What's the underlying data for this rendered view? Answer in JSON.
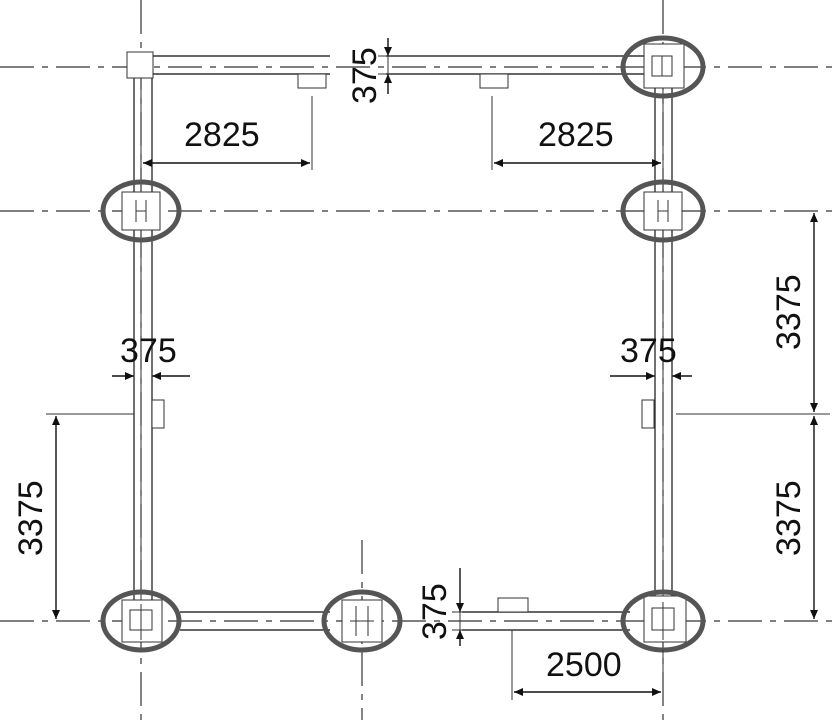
{
  "dimensions": {
    "top_left_span": "2825",
    "top_right_span": "2825",
    "top_wall_thickness": "375",
    "left_wall_thickness": "375",
    "right_wall_thickness": "375",
    "left_height": "3375",
    "right_upper_height": "3375",
    "right_lower_height": "3375",
    "bottom_wall_thickness": "375",
    "bottom_right_span": "2500"
  }
}
